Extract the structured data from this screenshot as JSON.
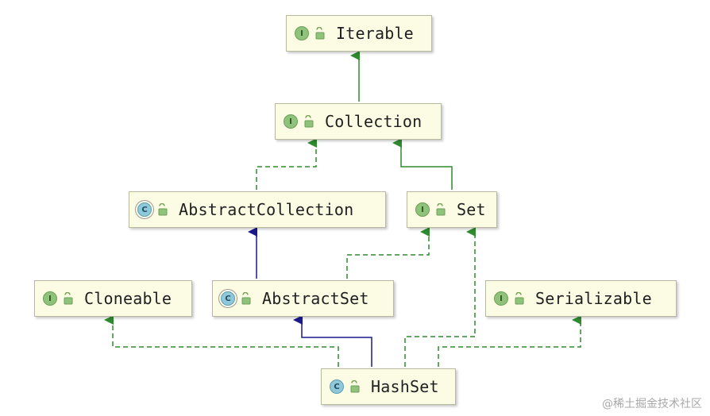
{
  "nodes": {
    "iterable": {
      "label": "Iterable",
      "kind": "interface"
    },
    "collection": {
      "label": "Collection",
      "kind": "interface"
    },
    "abstract_collection": {
      "label": "AbstractCollection",
      "kind": "abstract-class"
    },
    "set": {
      "label": "Set",
      "kind": "interface"
    },
    "cloneable": {
      "label": "Cloneable",
      "kind": "interface"
    },
    "abstract_set": {
      "label": "AbstractSet",
      "kind": "abstract-class"
    },
    "serializable": {
      "label": "Serializable",
      "kind": "interface"
    },
    "hashset": {
      "label": "HashSet",
      "kind": "class"
    }
  },
  "badges": {
    "interface": "I",
    "class": "C"
  },
  "edges": [
    {
      "from": "collection",
      "to": "iterable",
      "type": "extends-interface"
    },
    {
      "from": "abstract_collection",
      "to": "collection",
      "type": "implements"
    },
    {
      "from": "set",
      "to": "collection",
      "type": "extends-interface"
    },
    {
      "from": "abstract_set",
      "to": "abstract_collection",
      "type": "extends-class"
    },
    {
      "from": "abstract_set",
      "to": "set",
      "type": "implements"
    },
    {
      "from": "hashset",
      "to": "abstract_set",
      "type": "extends-class"
    },
    {
      "from": "hashset",
      "to": "set",
      "type": "implements"
    },
    {
      "from": "hashset",
      "to": "cloneable",
      "type": "implements"
    },
    {
      "from": "hashset",
      "to": "serializable",
      "type": "implements"
    }
  ],
  "colors": {
    "interface_edge": "#2e8b2e",
    "class_edge": "#1a1a8c",
    "node_fill": "#fcfce4"
  },
  "watermark": "@稀土掘金技术社区"
}
